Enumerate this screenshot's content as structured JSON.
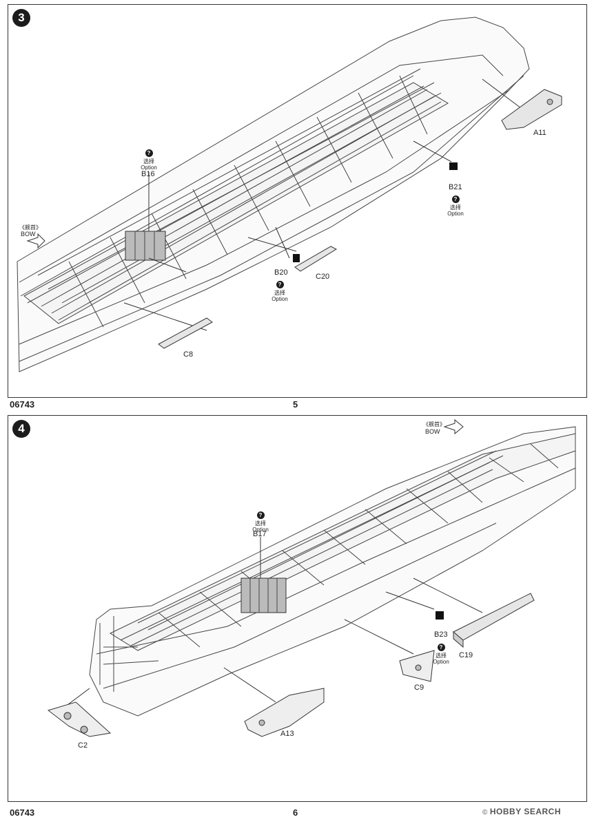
{
  "pages": [
    {
      "step_number": "3",
      "footer_code": "06743",
      "page_number": "5",
      "direction": {
        "zh": "《舰首》",
        "en": "BOW"
      },
      "parts": {
        "a11": "A11",
        "b16": "B16",
        "b21": "B21",
        "b20": "B20",
        "c20": "C20",
        "c8": "C8"
      },
      "option_zh": "选择",
      "option_en": "Option"
    },
    {
      "step_number": "4",
      "footer_code": "06743",
      "page_number": "6",
      "direction": {
        "zh": "《舰首》",
        "en": "BOW"
      },
      "parts": {
        "b17": "B17",
        "b23": "B23",
        "c19": "C19",
        "c9": "C9",
        "a13": "A13",
        "c2": "C2"
      },
      "option_zh": "选择",
      "option_en": "Option"
    }
  ],
  "watermark": {
    "symbol": "©",
    "text": "HOBBY SEARCH"
  }
}
